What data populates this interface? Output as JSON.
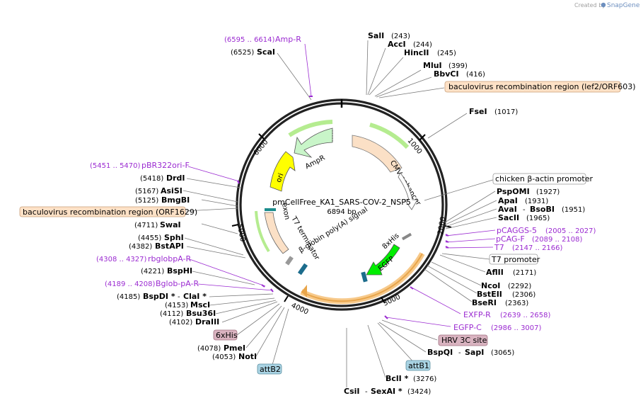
{
  "branding": {
    "created_by": "Created by",
    "app_name": "SnapGene"
  },
  "plasmid": {
    "name": "pmCellFree_KA1_SARS-COV-2_NSP5",
    "size": "6894 bp"
  },
  "ticks": {
    "t1000": "1000",
    "t2000": "2000",
    "t3000": "3000",
    "t4000": "4000",
    "t5000": "5000",
    "t6000": "6000"
  },
  "features": {
    "ampr": "AmpR",
    "ori": "ori",
    "cmv": "CMV enhancer",
    "t7term": "T7 terminator",
    "bglobin": "β-globin poly(A) signal",
    "egfp": "EGFP",
    "his8": "8xHis",
    "exon": "exon"
  },
  "enzymes": {
    "sali": {
      "name": "SalI",
      "pos": "(243)"
    },
    "acci": {
      "name": "AccI",
      "pos": "(244)"
    },
    "hincii": {
      "name": "HincII",
      "pos": "(245)"
    },
    "mlui": {
      "name": "MluI",
      "pos": "(399)"
    },
    "bbvci": {
      "name": "BbvCI",
      "pos": "(416)"
    },
    "fsei": {
      "name": "FseI",
      "pos": "(1017)"
    },
    "pspomi": {
      "name": "PspOMI",
      "pos": "(1927)"
    },
    "apai": {
      "name": "ApaI",
      "pos": "(1931)"
    },
    "avai": {
      "name": "AvaI",
      "sep": "-",
      "name2": "BsoBI",
      "pos": "(1951)"
    },
    "sacii": {
      "name": "SacII",
      "pos": "(1965)"
    },
    "aflii": {
      "name": "AflII",
      "pos": "(2171)"
    },
    "ncoi": {
      "name": "NcoI",
      "pos": "(2292)"
    },
    "bsteii": {
      "name": "BstEII",
      "pos": "(2306)"
    },
    "bseri": {
      "name": "BseRI",
      "pos": "(2363)"
    },
    "bspqi": {
      "name": "BspQI",
      "sep": "-",
      "name2": "SapI",
      "pos": "(3065)"
    },
    "bcli": {
      "name": "BclI *",
      "pos": "(3276)"
    },
    "csii": {
      "name": "CsiI",
      "sep": "-",
      "name2": "SexAI *",
      "pos": "(3424)"
    },
    "scai": {
      "name": "ScaI",
      "pos": "(6525)"
    },
    "drdi": {
      "name": "DrdI",
      "pos": "(5418)"
    },
    "asisi": {
      "name": "AsiSI",
      "pos": "(5167)"
    },
    "bmgbi": {
      "name": "BmgBI",
      "pos": "(5125)"
    },
    "swai": {
      "name": "SwaI",
      "pos": "(4711)"
    },
    "sphi": {
      "name": "SphI",
      "pos": "(4455)"
    },
    "bstapi": {
      "name": "BstAPI",
      "pos": "(4382)"
    },
    "bsphi": {
      "name": "BspHI",
      "pos": "(4221)"
    },
    "bspdi": {
      "name": "BspDI *",
      "sep": "-",
      "name2": "ClaI *",
      "pos": "(4185)"
    },
    "msci": {
      "name": "MscI",
      "pos": "(4153)"
    },
    "bsu36i": {
      "name": "Bsu36I",
      "pos": "(4112)"
    },
    "draiii": {
      "name": "DraIII",
      "pos": "(4102)"
    },
    "pmei": {
      "name": "PmeI",
      "pos": "(4078)"
    },
    "noti": {
      "name": "NotI",
      "pos": "(4053)"
    }
  },
  "primers": {
    "ampr": {
      "range": "(6595 .. 6614)",
      "name": "Amp-R"
    },
    "pbr322": {
      "range": "(5451 .. 5470)",
      "name": "pBR322ori-F"
    },
    "rbglobpa": {
      "range": "(4308 .. 4327)",
      "name": "rbglobpA-R"
    },
    "bglobpa": {
      "range": "(4189 .. 4208)",
      "name": "Bglob-pA-R"
    },
    "pcaggs5": {
      "name": "pCAGGS-5",
      "range": "(2005 .. 2027)"
    },
    "pcagf": {
      "name": "pCAG-F",
      "range": "(2089 .. 2108)"
    },
    "t7": {
      "name": "T7",
      "range": "(2147 .. 2166)"
    },
    "egfpr": {
      "name": "EXFP-R",
      "range": "(2639 .. 2658)"
    },
    "egfpc": {
      "name": "EGFP-C",
      "range": "(2986 .. 3007)"
    }
  },
  "boxed_features": {
    "bac_lef2": "baculovirus recombination region (lef2/ORF603)",
    "bac_orf1629": "baculovirus recombination region (ORF1629)",
    "chicken_actin": "chicken β-actin promoter",
    "t7_promoter": "T7 promoter",
    "hrv3c": "HRV 3C site",
    "his6": "6xHis",
    "attb1": "attB1",
    "attb2": "attB2"
  },
  "colors": {
    "enzyme_text": "#000000",
    "primer": "#9b2bd1",
    "leader": "#7a7a7a",
    "ampr_fill": "#c9f5c9",
    "ori_fill": "#ffff00",
    "cmv_fill": "#fbe0c6",
    "egfp_fill": "#00ee00",
    "box_orange": "#fde1c6",
    "box_pink": "#d9b3c0",
    "box_blue": "#a9d3e3",
    "box_white": "#ffffff"
  }
}
